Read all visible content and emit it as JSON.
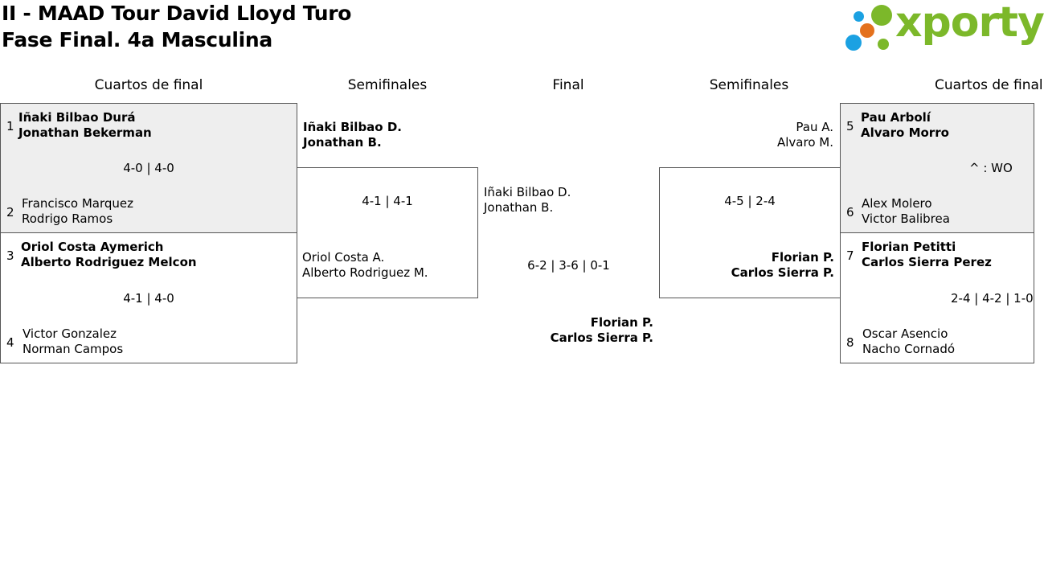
{
  "tournament": {
    "title": "II - MAAD Tour David Lloyd Turo",
    "subtitle": "Fase Final. 4a Masculina"
  },
  "logo": {
    "text": "xporty",
    "alt": "xporty-logo",
    "colors": [
      "#1ba1e2",
      "#e4711d",
      "#7cb82a"
    ]
  },
  "rounds": {
    "qf_left": "Cuartos de final",
    "sf_left": "Semifinales",
    "final": "Final",
    "sf_right": "Semifinales",
    "qf_right": "Cuartos de final"
  },
  "quarterfinals": [
    {
      "top": {
        "seed": "1",
        "p1": "Iñaki Bilbao Durá",
        "p2": "Jonathan Bekerman"
      },
      "score": "4-0 | 4-0",
      "bottom": {
        "seed": "2",
        "p1": "Francisco Marquez",
        "p2": "Rodrigo Ramos"
      }
    },
    {
      "top": {
        "seed": "3",
        "p1": "Oriol Costa Aymerich",
        "p2": "Alberto Rodriguez Melcon"
      },
      "score": "4-1 | 4-0",
      "bottom": {
        "seed": "4",
        "p1": "Victor Gonzalez",
        "p2": "Norman Campos"
      }
    },
    {
      "top": {
        "seed": "5",
        "p1": "Pau Arbolí",
        "p2": "Alvaro Morro"
      },
      "score": "^ : WO",
      "bottom": {
        "seed": "6",
        "p1": "Alex Molero",
        "p2": "Victor Balibrea"
      }
    },
    {
      "top": {
        "seed": "7",
        "p1": "Florian Petitti",
        "p2": "Carlos Sierra Perez"
      },
      "score": "2-4 | 4-2 | 1-0",
      "bottom": {
        "seed": "8",
        "p1": "Oscar Asencio",
        "p2": "Nacho Cornadó"
      }
    }
  ],
  "semifinals": [
    {
      "top": {
        "p1": "Iñaki Bilbao D.",
        "p2": "Jonathan B."
      },
      "score": "4-1 | 4-1",
      "bottom": {
        "p1": "Oriol Costa A.",
        "p2": "Alberto Rodriguez M."
      }
    },
    {
      "top": {
        "p1": "Pau A.",
        "p2": "Alvaro M."
      },
      "score": "4-5 | 2-4",
      "bottom": {
        "p1": "Florian P.",
        "p2": "Carlos Sierra P."
      }
    }
  ],
  "final": {
    "top": {
      "p1": "Iñaki Bilbao D.",
      "p2": "Jonathan B."
    },
    "score": "6-2 | 3-6 | 0-1",
    "bottom": {
      "p1": "Florian P.",
      "p2": "Carlos Sierra P."
    }
  }
}
